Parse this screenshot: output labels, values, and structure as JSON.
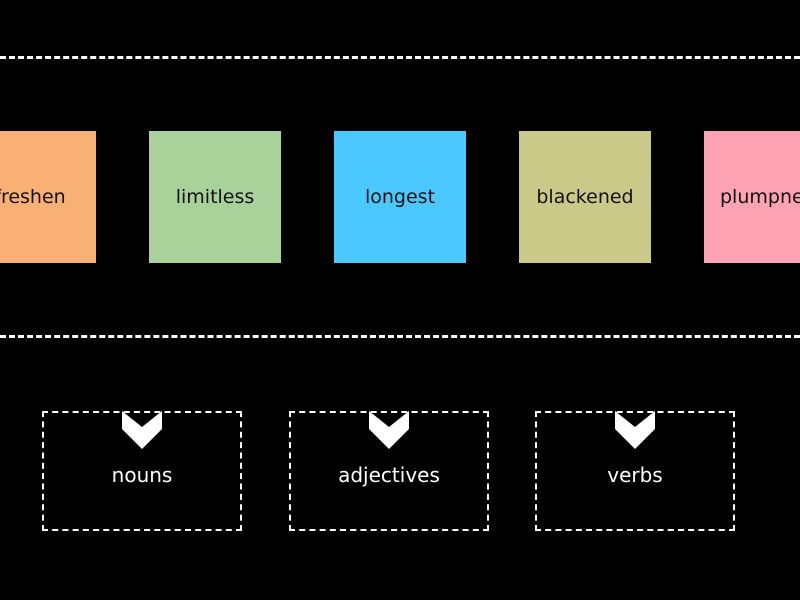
{
  "tiles": [
    {
      "label": "freshen",
      "color": "#f9b074"
    },
    {
      "label": "limitless",
      "color": "#a8d29a"
    },
    {
      "label": "longest",
      "color": "#4bc8ff"
    },
    {
      "label": "blackened",
      "color": "#cbc987"
    },
    {
      "label": "plumpne",
      "color": "#ffa2b3"
    }
  ],
  "drop_zones": [
    {
      "label": "nouns"
    },
    {
      "label": "adjectives"
    },
    {
      "label": "verbs"
    }
  ],
  "colors": {
    "background": "#000000",
    "dashes": "#ffffff",
    "tile_text": "#111111",
    "zone_text": "#ffffff"
  },
  "icons": {
    "zone_marker": "chevron-down-icon"
  }
}
